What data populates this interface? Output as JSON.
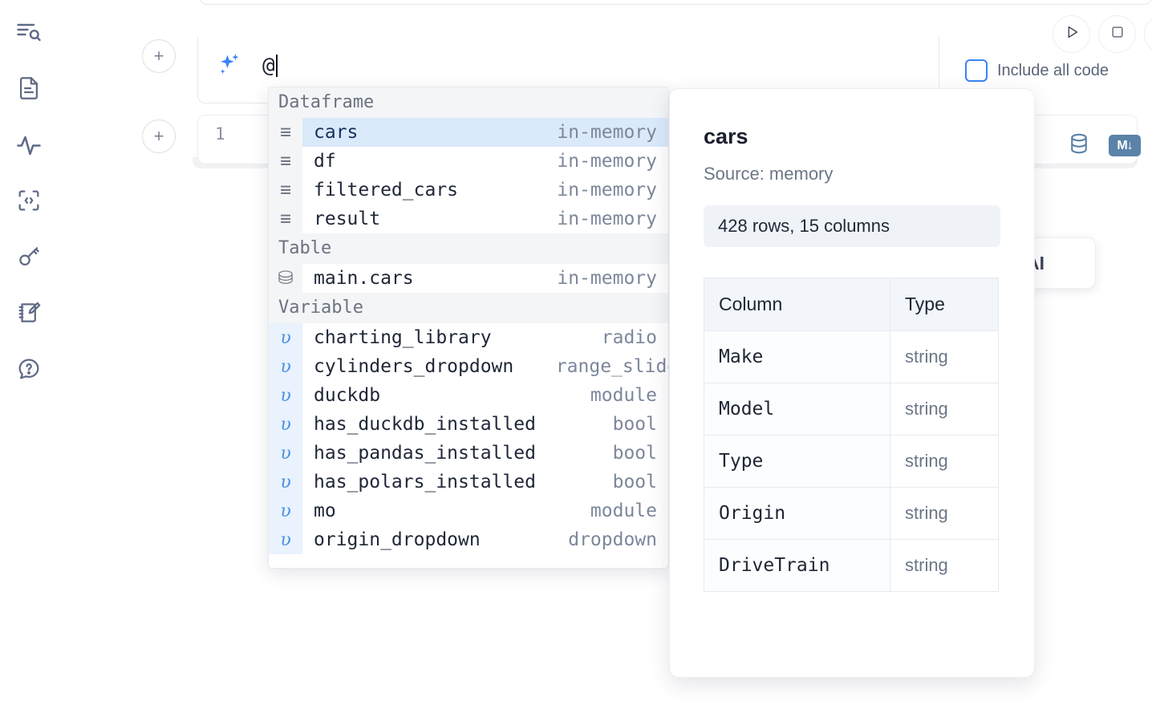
{
  "sidebar": {
    "items": [
      {
        "icon": "outline-search-icon",
        "name": "sidebar-item-outline"
      },
      {
        "icon": "document-icon",
        "name": "sidebar-item-files"
      },
      {
        "icon": "activity-pulse-icon",
        "name": "sidebar-item-variables"
      },
      {
        "icon": "code-brackets-icon",
        "name": "sidebar-item-snippets"
      },
      {
        "icon": "key-icon",
        "name": "sidebar-item-secrets"
      },
      {
        "icon": "notebook-pencil-icon",
        "name": "sidebar-item-scratchpad"
      },
      {
        "icon": "chat-question-icon",
        "name": "sidebar-item-help"
      }
    ]
  },
  "toolbar": {
    "run_icon": "play-icon",
    "stop_icon": "stop-icon",
    "include_all_code_label": "Include all code",
    "add_cell_label": "+"
  },
  "ai_prompt": {
    "icon": "sparkle-ai-icon",
    "value": "@",
    "placeholder": ""
  },
  "code_cell": {
    "line_number": "1",
    "sql_icon": "database-icon",
    "markdown_icon_label": "M",
    "markdown_arrow": "↓"
  },
  "ai_float_button": {
    "label": "AI"
  },
  "autocomplete": {
    "sections": [
      {
        "label": "Dataframe",
        "items": [
          {
            "gutter": "≡",
            "gutter_kind": "dataframe",
            "name": "cars",
            "meta": "in-memory",
            "selected": true
          },
          {
            "gutter": "≡",
            "gutter_kind": "dataframe",
            "name": "df",
            "meta": "in-memory",
            "selected": false
          },
          {
            "gutter": "≡",
            "gutter_kind": "dataframe",
            "name": "filtered_cars",
            "meta": "in-memory",
            "selected": false
          },
          {
            "gutter": "≡",
            "gutter_kind": "dataframe",
            "name": "result",
            "meta": "in-memory",
            "selected": false
          }
        ]
      },
      {
        "label": "Table",
        "items": [
          {
            "gutter": "⛁",
            "gutter_kind": "table",
            "name": "main.cars",
            "meta": "in-memory",
            "selected": false
          }
        ]
      },
      {
        "label": "Variable",
        "items": [
          {
            "gutter": "υ",
            "gutter_kind": "variable",
            "name": "charting_library",
            "meta": "radio",
            "selected": false
          },
          {
            "gutter": "υ",
            "gutter_kind": "variable",
            "name": "cylinders_dropdown",
            "meta": "range_slider",
            "selected": false
          },
          {
            "gutter": "υ",
            "gutter_kind": "variable",
            "name": "duckdb",
            "meta": "module",
            "selected": false
          },
          {
            "gutter": "υ",
            "gutter_kind": "variable",
            "name": "has_duckdb_installed",
            "meta": "bool",
            "selected": false
          },
          {
            "gutter": "υ",
            "gutter_kind": "variable",
            "name": "has_pandas_installed",
            "meta": "bool",
            "selected": false
          },
          {
            "gutter": "υ",
            "gutter_kind": "variable",
            "name": "has_polars_installed",
            "meta": "bool",
            "selected": false
          },
          {
            "gutter": "υ",
            "gutter_kind": "variable",
            "name": "mo",
            "meta": "module",
            "selected": false
          },
          {
            "gutter": "υ",
            "gutter_kind": "variable",
            "name": "origin_dropdown",
            "meta": "dropdown",
            "selected": false
          }
        ]
      }
    ]
  },
  "doc_panel": {
    "title": "cars",
    "source": "Source: memory",
    "shape": "428 rows, 15 columns",
    "table": {
      "headers": [
        "Column",
        "Type"
      ],
      "rows": [
        [
          "Make",
          "string"
        ],
        [
          "Model",
          "string"
        ],
        [
          "Type",
          "string"
        ],
        [
          "Origin",
          "string"
        ],
        [
          "DriveTrain",
          "string"
        ]
      ]
    }
  },
  "colors": {
    "accent_blue": "#3b82f6",
    "selection_blue": "#daeafb",
    "icon_slate": "#5f6b85",
    "cell_icon_blue": "#5b82a8",
    "muted_text": "#7c879b"
  }
}
